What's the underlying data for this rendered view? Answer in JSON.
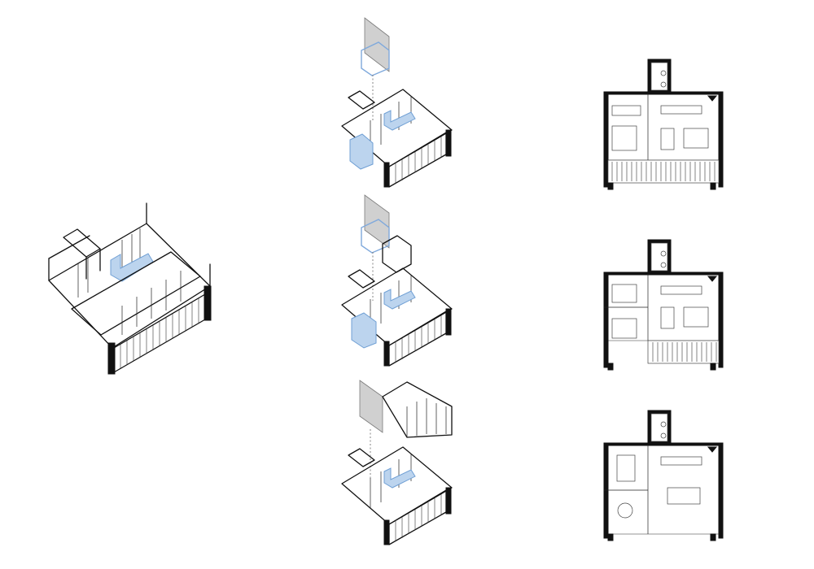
{
  "diagram": {
    "colors": {
      "line": "#111111",
      "module_fill": "#bcd4ee",
      "module_stroke": "#6f9fd4",
      "panel_fill": "#c8c8c8"
    },
    "views": [
      "axonometric-base",
      "axonometric-variant-1",
      "axonometric-variant-2",
      "axonometric-variant-3",
      "floor-plan-variant-1",
      "floor-plan-variant-2",
      "floor-plan-variant-3"
    ]
  }
}
